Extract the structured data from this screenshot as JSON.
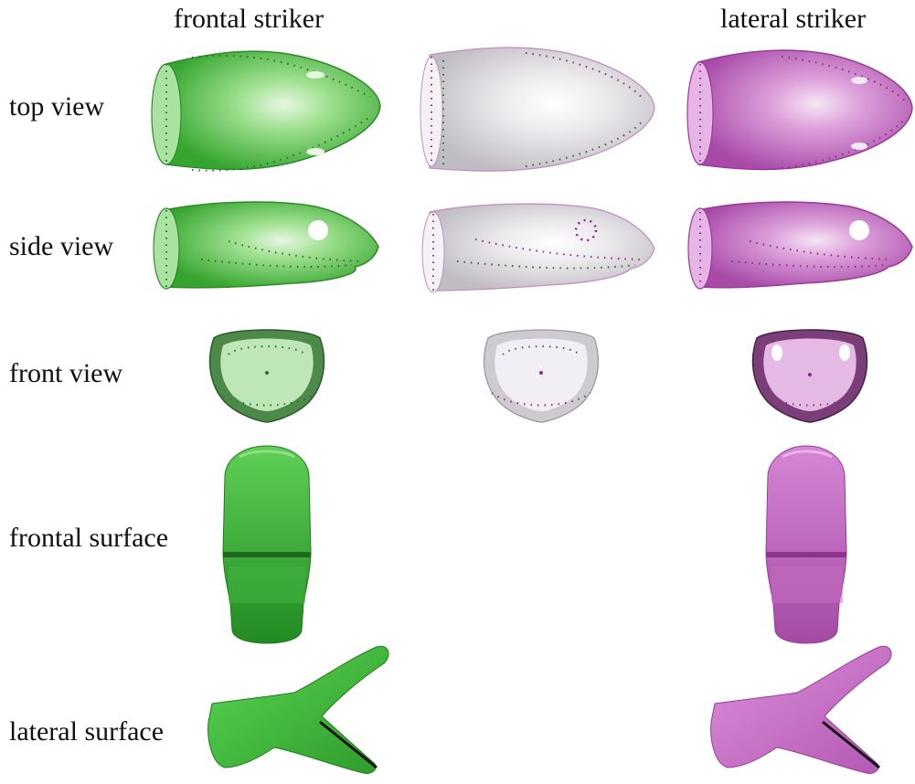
{
  "columns": {
    "frontal": "frontal striker",
    "lateral": "lateral striker"
  },
  "rows": {
    "top": "top view",
    "side": "side view",
    "front": "front view",
    "frontal_surface": "frontal surface",
    "lateral_surface": "lateral surface"
  },
  "colors": {
    "frontal_green": "#3fbf3a",
    "lateral_magenta": "#c463c4",
    "overlay_gray": "#d9d7da",
    "dot_green": "#2d6b2d",
    "dot_magenta": "#8a2a8a"
  }
}
